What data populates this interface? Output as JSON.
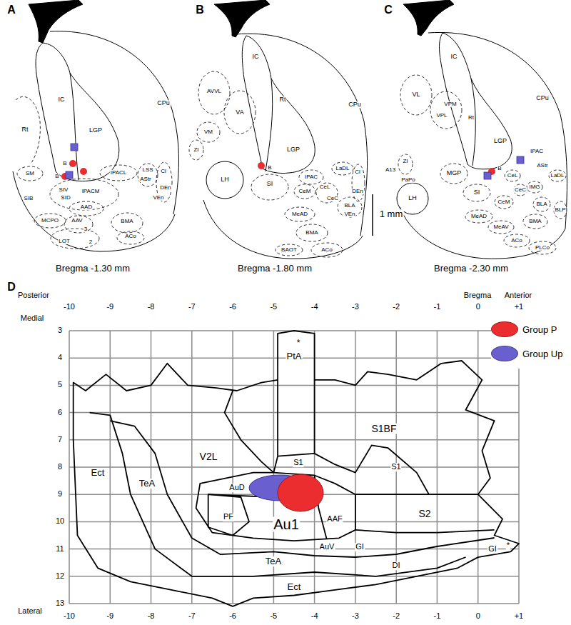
{
  "diagram": {
    "labels": [
      "A",
      "IC",
      "CPu",
      "Rt",
      "LGP",
      "B",
      "B",
      "SM",
      "LSS",
      "Cl",
      "IPACL",
      "AStr",
      "SIV",
      "IPACM",
      "DEn",
      "SID",
      "SIB",
      "VEn",
      "AAD",
      "MCPO",
      "AAV",
      "BMA",
      "3",
      "ACo",
      "LOT",
      "2",
      "Bregma -1.30 mm",
      "B",
      "IC",
      "AVVL",
      "Rt",
      "CPu",
      "VA",
      "VM",
      "ZI",
      "LGP",
      "B",
      "LaDL",
      "Cl",
      "IPAC",
      "LH",
      "SI",
      "CeL",
      "CeM",
      "DEn",
      "CeC",
      "BLA",
      "VEn",
      "MeAD",
      "BMA",
      "BAOT",
      "ACo",
      "Bregma -1.80 mm",
      "1 mm",
      "C",
      "IC",
      "VL",
      "VPM",
      "CPu",
      "VPL",
      "Rt",
      "LGP",
      "IPAC",
      "ZI",
      "AStr",
      "A13",
      "B",
      "CeL",
      "LaDL",
      "MGP",
      "PaPo",
      "IMG",
      "CeC",
      "SI",
      "LH",
      "CeM",
      "BLA",
      "BLP",
      "MeAD",
      "BMA",
      "MeAV",
      "ACo",
      "PLCo",
      "Bregma -2.30 mm",
      "D",
      "Posterior",
      "Bregma",
      "Anterior",
      "-10",
      "-9",
      "-8",
      "-7",
      "-6",
      "-5",
      "-4",
      "-3",
      "-2",
      "-1",
      "0",
      "+1",
      "Medial",
      "3",
      "4",
      "5",
      "6",
      "7",
      "8",
      "9",
      "10",
      "11",
      "12",
      "13",
      "Lateral",
      "*",
      "PtA",
      "S1BF",
      "V2L",
      "S1",
      "Ect",
      "S1",
      "TeA",
      "AuD",
      "PF",
      "AAF",
      "S2",
      "Au1",
      "AuV",
      "GI",
      "GI",
      "*",
      "TeA",
      "DI",
      "Ect",
      "-10",
      "-9",
      "-8",
      "-7",
      "-6",
      "-5",
      "-4",
      "-3",
      "-2",
      "-1",
      "0",
      "+1"
    ],
    "legend": [
      {
        "text": "Group P",
        "color": "#ec2d30"
      },
      {
        "text": "Group Up",
        "color": "#6a5fcf"
      }
    ]
  }
}
